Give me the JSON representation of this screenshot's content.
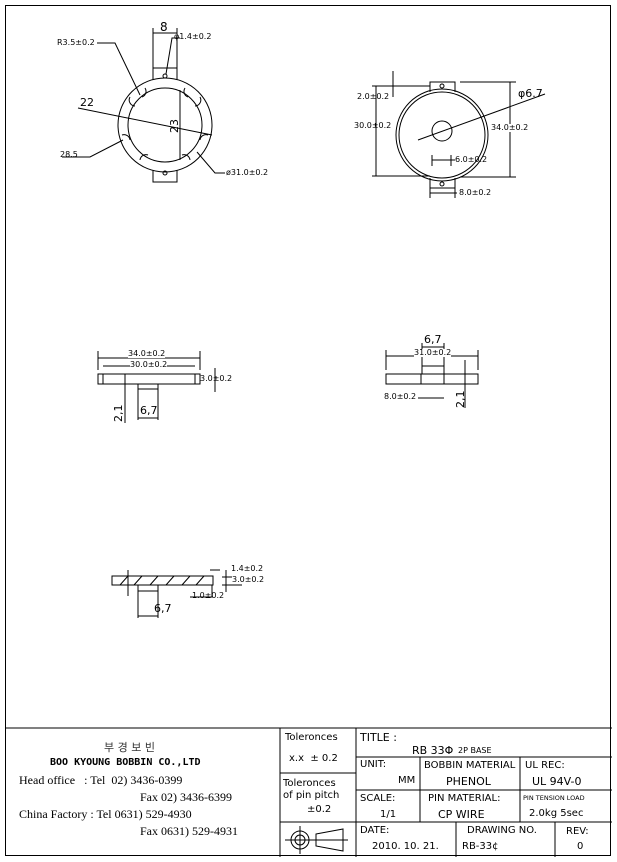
{
  "drawing_top_view": {
    "dim_width": "8",
    "dim_hole": "φ1.4±0.2",
    "dim_radius": "R3.5±0.2",
    "dim_22": "22",
    "dim_23": "23",
    "dim_28_5": "28.5",
    "dim_outer": "ø31.0±0.2"
  },
  "drawing_bottom_view": {
    "dim_tab": "2.0±0.2",
    "dim_inner_height": "30.0±0.2",
    "dim_center_hole": "φ6.7",
    "dim_outer_height": "34.0±0.2",
    "dim_6": "6.0±0.2",
    "dim_8": "8.0±0.2"
  },
  "drawing_side_view_1": {
    "dim_34": "34.0±0.2",
    "dim_30": "30.0±0.2",
    "dim_thickness": "3.0±0.2",
    "dim_2_1": "2,1",
    "dim_6_7": "6,7"
  },
  "drawing_side_view_2": {
    "dim_6_7": "6,7",
    "dim_31": "31.0±0.2",
    "dim_8": "8.0±0.2",
    "dim_2_1": "2,1"
  },
  "drawing_section_view": {
    "dim_1_4": "1.4±0.2",
    "dim_3": "3.0±0.2",
    "dim_1": "1.0±0.2",
    "dim_6_7": "6,7"
  },
  "company": {
    "name_korean": "부 경 보 빈",
    "name": "BOO KYOUNG BOBBIN CO.,LTD",
    "head_office_tel": "Head office   : Tel  02) 3436-0399",
    "head_office_fax": "Fax  02) 3436-6399",
    "china_tel": "China Factory : Tel 0631) 529-4930",
    "china_fax": "Fax 0631) 529-4931"
  },
  "tolerances": {
    "label": "Toleronces",
    "value": "x.x  ± 0.2",
    "pin_label_1": "Toleronces",
    "pin_label_2": "of pin pitch",
    "pin_value": "±0.2"
  },
  "title_block": {
    "title_label": "TITLE :",
    "title_main": "RB 33Φ",
    "title_sub": "2P BASE",
    "unit_label": "UNIT:",
    "unit_value": "MM",
    "bobbin_material_label": "BOBBIN MATERIAL",
    "bobbin_material_value": "PHENOL",
    "ul_label": "UL REC:",
    "ul_value": "UL 94V-0",
    "scale_label": "SCALE:",
    "scale_value": "1/1",
    "pin_material_label": "PIN MATERIAL:",
    "pin_material_value": "CP WIRE",
    "pin_tension_label": "PIN TENSION LOAD",
    "pin_tension_value": "2.0kg 5sec",
    "date_label": "DATE:",
    "date_value": "2010. 10. 21.",
    "drawing_no_label": "DRAWING NO.",
    "drawing_no_value": "RB-33¢",
    "rev_label": "REV:",
    "rev_value": "0"
  }
}
